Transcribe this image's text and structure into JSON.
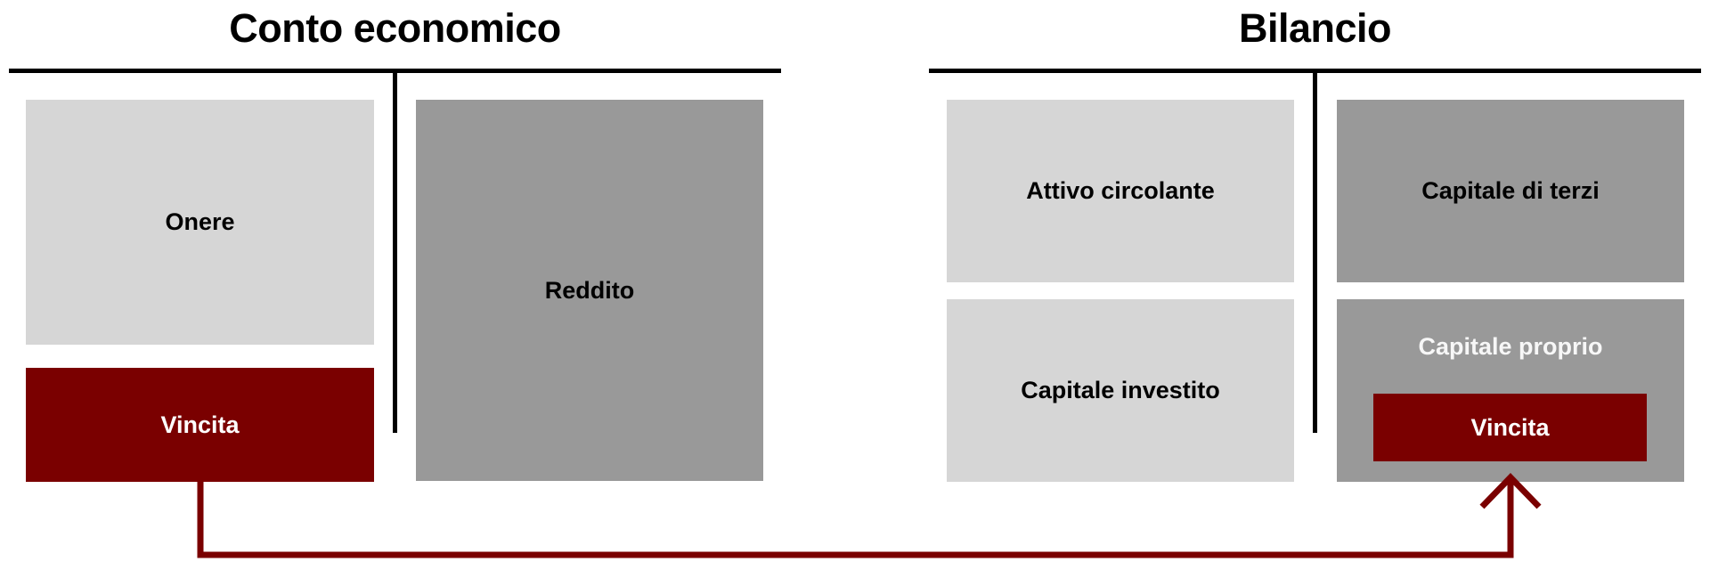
{
  "colors": {
    "light_gray": "#d6d6d6",
    "dark_gray": "#999999",
    "accent_red": "#7a0000",
    "line": "#000000"
  },
  "income_statement": {
    "title": "Conto economico",
    "left": [
      {
        "label": "Onere"
      },
      {
        "label": "Vincita"
      }
    ],
    "right": [
      {
        "label": "Reddito"
      }
    ]
  },
  "balance_sheet": {
    "title": "Bilancio",
    "left": [
      {
        "label": "Attivo circolante"
      },
      {
        "label": "Capitale investito"
      }
    ],
    "right": [
      {
        "label": "Capitale di terzi"
      },
      {
        "label": "Capitale proprio",
        "inner": {
          "label": "Vincita"
        }
      }
    ]
  },
  "connector": {
    "from": "Vincita (Conto economico)",
    "to": "Vincita (Capitale proprio)",
    "icon": "arrow-up-icon"
  }
}
